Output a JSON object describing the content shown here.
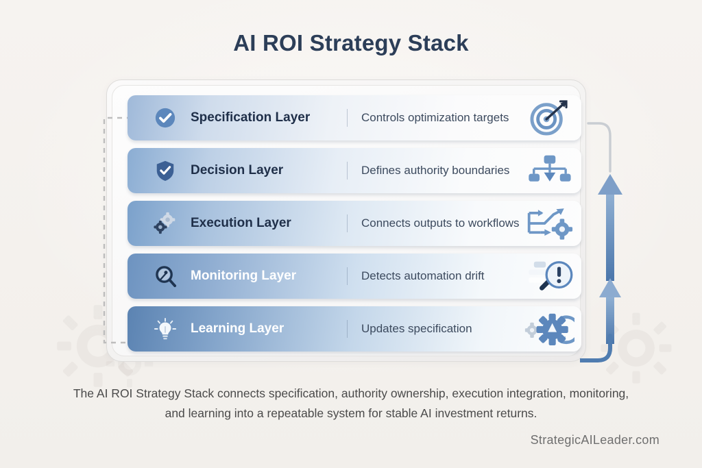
{
  "title": "AI ROI Strategy Stack",
  "layers": [
    {
      "name": "Specification Layer",
      "description": "Controls optimization targets",
      "left_icon": "check-circle-icon",
      "right_icon": "target-arrow-icon"
    },
    {
      "name": "Decision Layer",
      "description": "Defines authority boundaries",
      "left_icon": "shield-check-icon",
      "right_icon": "hierarchy-chart-icon"
    },
    {
      "name": "Execution Layer",
      "description": "Connects outputs to workflows",
      "left_icon": "gears-icon",
      "right_icon": "workflow-arrows-gear-icon"
    },
    {
      "name": "Monitoring Layer",
      "description": "Detects automation drift",
      "left_icon": "magnifier-icon",
      "right_icon": "alert-magnifier-icon"
    },
    {
      "name": "Learning Layer",
      "description": "Updates specification",
      "left_icon": "lightbulb-icon",
      "right_icon": "gear-refresh-icon"
    }
  ],
  "caption": "The AI ROI Strategy Stack connects specification, authority ownership, execution integration, monitoring, and learning into a repeatable system for stable AI investment returns.",
  "footer_brand": "StrategicAILeader.com",
  "colors": {
    "background": "#f5f2ef",
    "title": "#2c3e58",
    "accent_blue": "#5b83b2",
    "arrow_blue": "#5d86b6",
    "dashed_line": "#b9b9b9"
  }
}
